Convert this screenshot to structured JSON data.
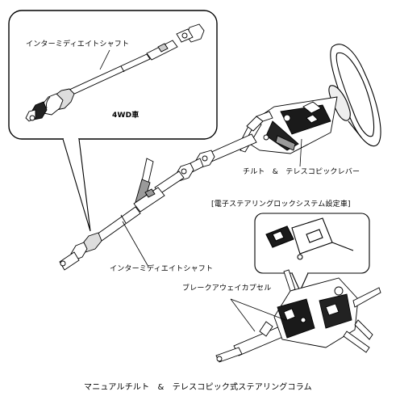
{
  "labels": {
    "inset_intermediate_shaft": "インターミディエイトシャフト",
    "inset_4wd": "4WD車",
    "tilt_telescopic_lever": "チルト　&　テレスコピックレバー",
    "electronic_lock_note": "[電子ステアリングロックシステム設定車]",
    "main_intermediate_shaft": "インターミディエイトシャフト",
    "breakaway_capsule": "ブレークアウェイカプセル",
    "caption": "マニュアルチルト　&　テレスコピック式ステアリングコラム"
  },
  "colors": {
    "line": "#000000",
    "background": "#ffffff",
    "dark_part": "#1a1a1a",
    "mid_part": "#9a9a9a"
  }
}
